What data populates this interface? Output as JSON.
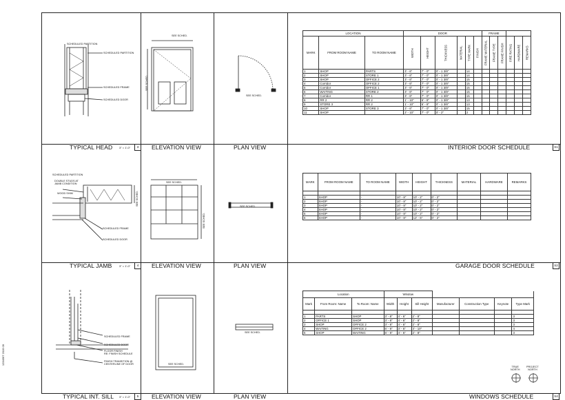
{
  "side_label": "1234567 2019 09",
  "row1": {
    "titles": {
      "typical": "TYPICAL HEAD",
      "elevation": "ELEVATION VIEW",
      "plan": "PLAN VIEW",
      "schedule": "INTERIOR DOOR SCHEDULE"
    },
    "scale": "3\" = 1'-0\"",
    "num": "3",
    "sched_num": "S1",
    "notes": {
      "partition_top": "SCHEDULED PARTITION",
      "partition": "SCHEDULED PARTITION",
      "frame": "SCHEDULED FRAME",
      "door": "SCHEDULED DOOR"
    },
    "elev_dim_top": "SEE SCHED.",
    "elev_dim_side": "SEE SCHED.",
    "plan_dim": "SEE SCHED."
  },
  "row2": {
    "titles": {
      "typical": "TYPICAL JAMB",
      "elevation": "ELEVATION VIEW",
      "plan": "PLAN VIEW",
      "schedule": "GARAGE DOOR SCHEDULE"
    },
    "scale": "3\" = 1'-0\"",
    "num": "4",
    "sched_num": "S2",
    "notes": {
      "partition": "SCHEDULED PARTITION",
      "studs": "DOUBLE STUDS AT\nJAMB CONDITION",
      "shim": "WOOD SHIM",
      "frame": "SCHEDULED FRAME",
      "door": "SCHEDULED DOOR",
      "depth": "SEE SCHED."
    },
    "elev_dim_top": "SEE SCHED.",
    "elev_dim_side": "SEE SCHED.",
    "plan_dim": "SEE SCHED."
  },
  "row3": {
    "titles": {
      "typical": "TYPICAL INT. SILL",
      "elevation": "ELEVATION VIEW",
      "plan": "PLAN VIEW",
      "schedule": "WINDOWS SCHEDULE"
    },
    "scale": "3\" = 1'-0\"",
    "num": "5",
    "sched_num": "S4",
    "notes": {
      "frame": "SCHEDULED FRAME",
      "door": "SCHEDULED DOOR",
      "finish": "FLOOR FINISH\nRE: FINISH SCHEDULE",
      "transition": "FINISH TRANSITION @\nCENTERLINE OF DOOR"
    },
    "elev_label": "SEE SCHED.",
    "plan_label": "SEE SCHED."
  },
  "north": {
    "true_label": "TRUE\nNORTH",
    "project_label": "PROJECT\nNORTH"
  },
  "interior_door": {
    "group_location": "LOCATION",
    "group_door": "DOOR",
    "group_frame": "FRAME",
    "headers": [
      "MARK",
      "FROM ROOM NAME",
      "TO ROOM NAME",
      "WIDTH",
      "HEIGHT",
      "THICKNESS",
      "MATERIAL",
      "TYPE MARK",
      "FINISH",
      "FRAME MATERIAL",
      "FRAME TYPE",
      "FRAME FINISH",
      "FIRE RATING",
      "HARDWARE",
      "REMARKS"
    ],
    "rows": [
      [
        "1",
        "SHOP",
        "PARTS",
        "3' - 6\"",
        "7' - 0\"",
        "0' - 1 3/8\"",
        "",
        "14",
        "",
        "",
        "",
        "",
        "",
        "",
        ""
      ],
      [
        "2",
        "SHOP",
        "STORE 1",
        "3' - 6\"",
        "7' - 0\"",
        "0' - 1 3/8\"",
        "",
        "14",
        "",
        "",
        "",
        "",
        "",
        "",
        ""
      ],
      [
        "3",
        "SHOP",
        "OFFICE 2",
        "3' - 6\"",
        "7' - 0\"",
        "0' - 1 3/8\"",
        "",
        "15",
        "",
        "",
        "",
        "",
        "",
        "",
        ""
      ],
      [
        "4",
        "Corridor",
        "OFFICE 2",
        "3' - 6\"",
        "7' - 0\"",
        "0' - 1 3/8\"",
        "",
        "15",
        "",
        "",
        "",
        "",
        "",
        "",
        ""
      ],
      [
        "5",
        "Corridor",
        "OFFICE 1",
        "3' - 6\"",
        "7' - 0\"",
        "0' - 1 3/8\"",
        "",
        "15",
        "",
        "",
        "",
        "",
        "",
        "",
        ""
      ],
      [
        "6",
        "WAITING",
        "STORE 2",
        "3' - 6\"",
        "7' - 0\"",
        "0' - 1 3/8\"",
        "",
        "15",
        "",
        "",
        "",
        "",
        "",
        "",
        ""
      ],
      [
        "7",
        "Corridor",
        "RR 1",
        "3' - 6\"",
        "7' - 0\"",
        "0' - 1 3/8\"",
        "",
        "15",
        "",
        "",
        "",
        "",
        "",
        "",
        ""
      ],
      [
        "8",
        "RR 2",
        "RR 2",
        "1' - 10\"",
        "6' - 8\"",
        "0' - 1 3/8\"",
        "",
        "13",
        "",
        "",
        "",
        "",
        "",
        "",
        ""
      ],
      [
        "9",
        "STORE 3",
        "RR 2",
        "1' - 10\"",
        "6' - 8\"",
        "0' - 1 3/8\"",
        "",
        "13",
        "",
        "",
        "",
        "",
        "",
        "",
        ""
      ],
      [
        "10",
        "SHOP",
        "STORE 3",
        "3' - 6\"",
        "7' - 0\"",
        "0' - 1 3/8\"",
        "",
        "15",
        "",
        "",
        "",
        "",
        "",
        "",
        ""
      ],
      [
        "11",
        "SHOP",
        "",
        "2' - 10\"",
        "7' - 0\"",
        "0' - 2\"",
        "",
        "2",
        "",
        "",
        "",
        "",
        "",
        "",
        ""
      ]
    ]
  },
  "garage_door": {
    "headers": [
      "MARK",
      "FROM ROOM NAME",
      "TO ROOM NAME",
      "WIDTH",
      "HEIGHT",
      "THICKNESS",
      "MATERIAL",
      "HARDWARE",
      "REMARKS"
    ],
    "rows": [
      [
        "1",
        "SHOP",
        "-",
        "10' - 8\"",
        "10' - 2\"",
        "0' - 2\"",
        "",
        "",
        ""
      ],
      [
        "2",
        "SHOP",
        "-",
        "10' - 8\"",
        "10' - 2\"",
        "0' - 2\"",
        "",
        "",
        ""
      ],
      [
        "3",
        "SHOP",
        "-",
        "10' - 8\"",
        "10' - 2\"",
        "0' - 2\"",
        "",
        "",
        ""
      ],
      [
        "4",
        "SHOP",
        "-",
        "10' - 8\"",
        "10' - 2\"",
        "0' - 2\"",
        "",
        "",
        ""
      ],
      [
        "5",
        "SHOP",
        "-",
        "10' - 8\"",
        "10' - 2\"",
        "0' - 2\"",
        "",
        "",
        ""
      ],
      [
        "6",
        "SHOP",
        "-",
        "10' - 8\"",
        "12' - 6\"",
        "0' - 2\"",
        "",
        "",
        ""
      ]
    ]
  },
  "windows": {
    "group_location": "Location",
    "group_window": "Window",
    "headers": [
      "Mark",
      "From Room: Name",
      "To Room: Name",
      "Width",
      "Height",
      "Sill Height",
      "Manufacturer",
      "Construction Type",
      "Keynote",
      "Type Mark"
    ],
    "rows": [
      [
        "1",
        "PARTS",
        "SHOP",
        "3' - 8\"",
        "4' - 6\"",
        "2' - 8\"",
        "",
        "",
        "",
        "3"
      ],
      [
        "2",
        "OFFICE 1",
        "SHOP",
        "3' - 8\"",
        "4' - 6\"",
        "2' - 8\"",
        "",
        "",
        "",
        "3"
      ],
      [
        "3",
        "SHOP",
        "OFFICE 2",
        "3' - 8\"",
        "4' - 6\"",
        "2' - 8\"",
        "",
        "",
        "",
        "3"
      ],
      [
        "4",
        "WAITING",
        "OFFICE 2",
        "6' - 8\"",
        "3' - 6\"",
        "3' - 10\"",
        "",
        "",
        "",
        "4"
      ],
      [
        "5",
        "SHOP",
        "WAITING",
        "6' - 8\"",
        "4' - 6\"",
        "2' - 8\"",
        "",
        "",
        "",
        "3"
      ]
    ]
  }
}
